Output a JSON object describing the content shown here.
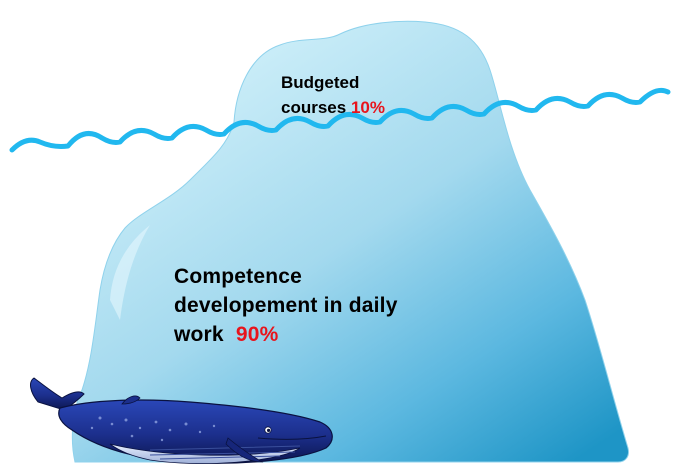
{
  "tip": {
    "line1": "Budgeted",
    "line2": "courses",
    "percent": "10%"
  },
  "base": {
    "line1": "Competence",
    "line2": "developement in daily",
    "line3": "work",
    "percent": "90%"
  },
  "colors": {
    "iceberg_light": "#c4ecf7",
    "iceberg_dark": "#1e95c6",
    "water_line": "#21b8ef",
    "percent_red": "#e8141c",
    "whale_body": "#1c2f8c"
  },
  "icons": [
    "iceberg",
    "water-waves",
    "whale-icon"
  ]
}
